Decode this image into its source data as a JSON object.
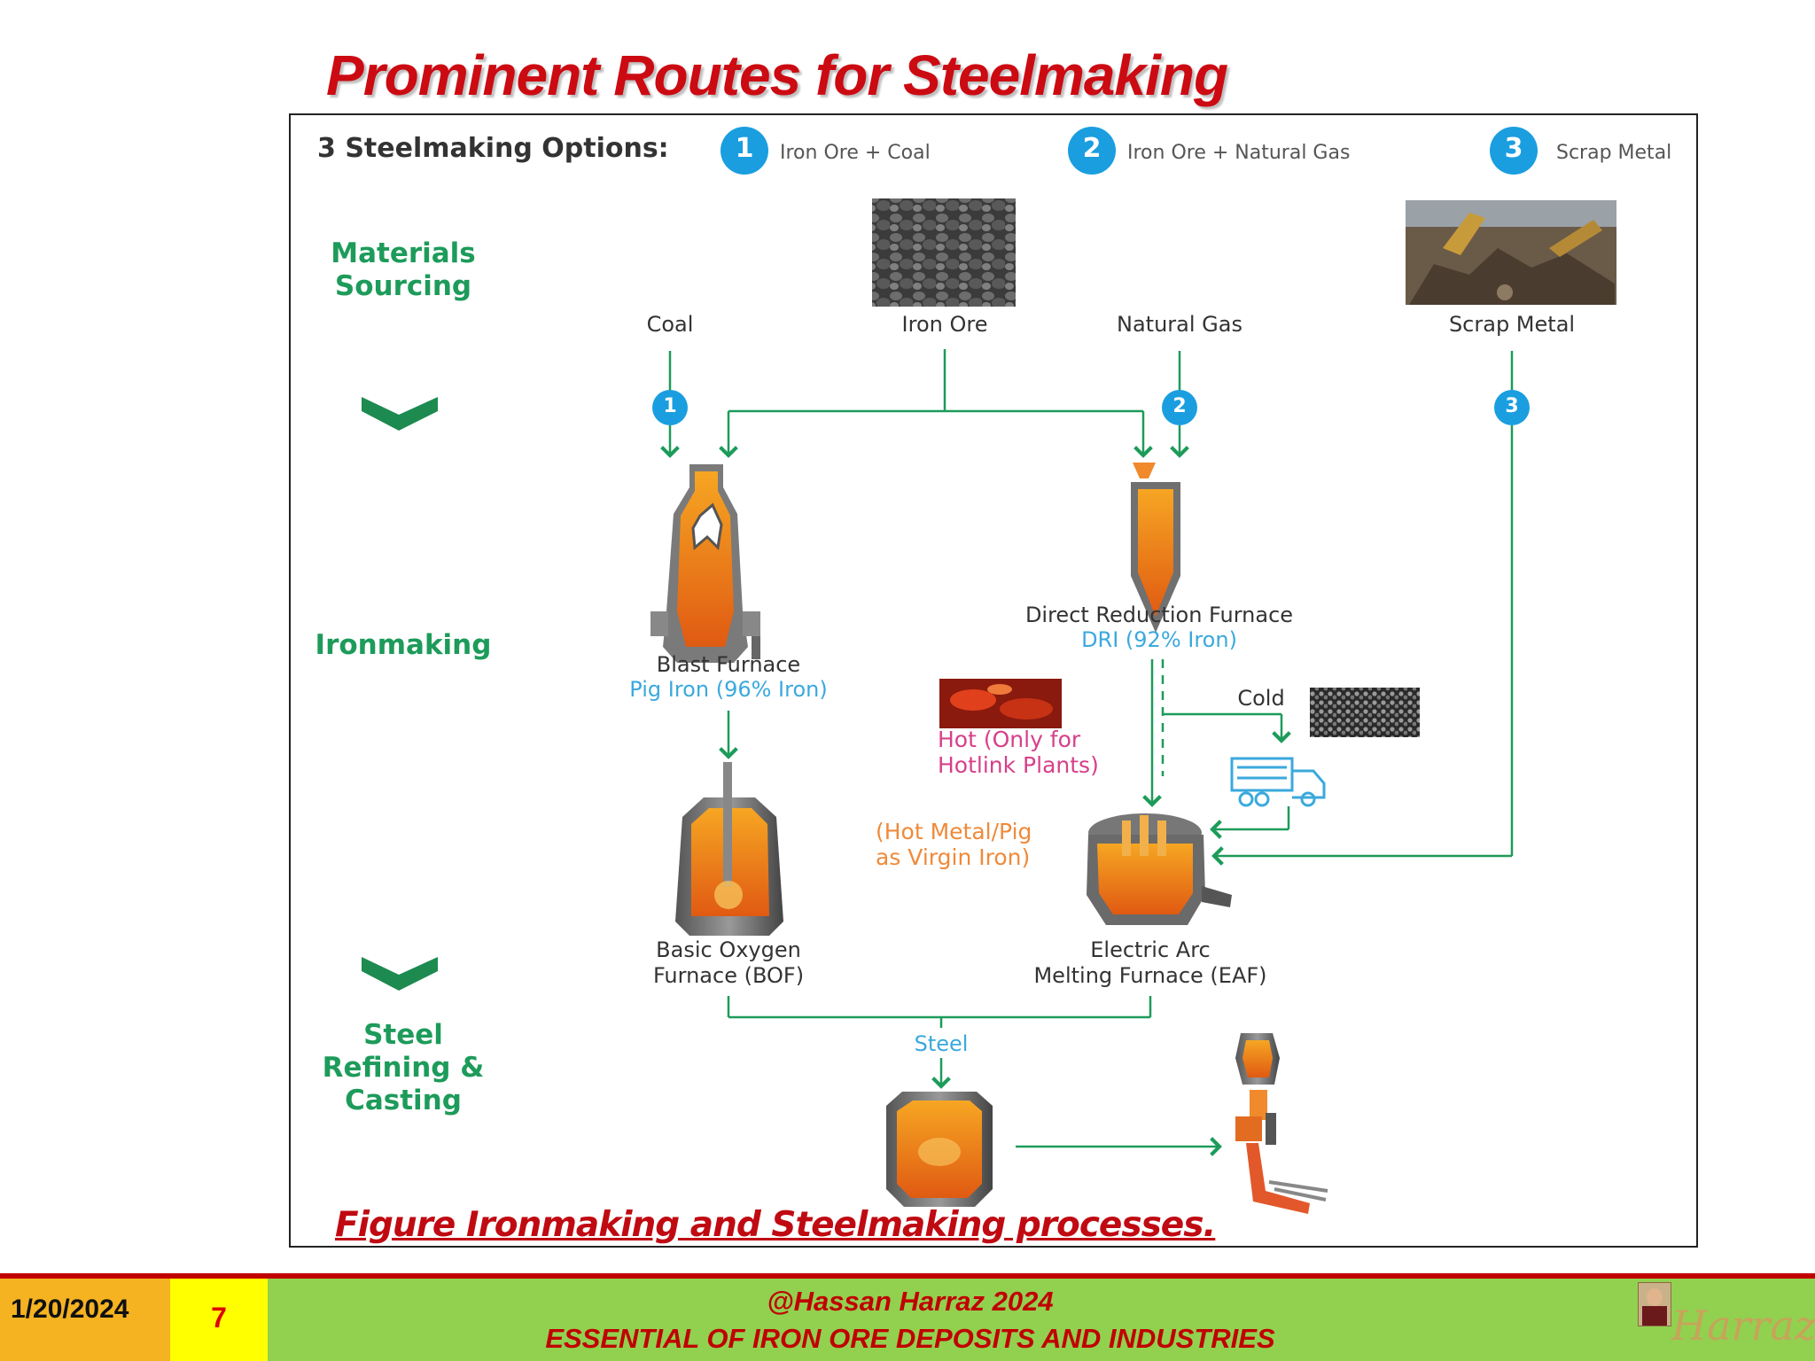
{
  "title": "Prominent Routes for Steelmaking",
  "options": {
    "heading": "3 Steelmaking Options:",
    "items": [
      {
        "number": "1",
        "label": "Iron Ore + Coal"
      },
      {
        "number": "2",
        "label": "Iron Ore + Natural Gas"
      },
      {
        "number": "3",
        "label": "Scrap Metal"
      }
    ]
  },
  "stages": {
    "materials_line1": "Materials",
    "materials_line2": "Sourcing",
    "ironmaking": "Ironmaking",
    "steel_line1": "Steel",
    "steel_line2": "Refining &",
    "steel_line3": "Casting"
  },
  "materials": {
    "coal": "Coal",
    "iron_ore": "Iron Ore",
    "natural_gas": "Natural Gas",
    "scrap_metal": "Scrap Metal"
  },
  "route_numbers": [
    "1",
    "2",
    "3"
  ],
  "blast_furnace": {
    "name": "Blast Furnace",
    "product": "Pig Iron (96% Iron)"
  },
  "dri": {
    "name": "Direct Reduction Furnace",
    "product": "DRI (92% Iron)"
  },
  "hot_link": {
    "line1": "Hot (Only for",
    "line2": "Hotlink Plants)"
  },
  "cold": "Cold",
  "hot_metal": {
    "line1": "(Hot Metal/Pig",
    "line2": "as Virgin Iron)"
  },
  "bof": {
    "line1": "Basic Oxygen",
    "line2": "Furnace (BOF)"
  },
  "eaf": {
    "line1": "Electric Arc",
    "line2": "Melting Furnace (EAF)"
  },
  "steel": "Steel",
  "caption": "Figure Ironmaking and Steelmaking processes.",
  "footer": {
    "date": "1/20/2024",
    "page": "7",
    "author": "@Hassan Harraz 2024",
    "course": "ESSENTIAL  OF IRON ORE DEPOSITS AND INDUSTRIES",
    "logo_text": "Harraz"
  },
  "colors": {
    "flow_green": "#1d9b5a",
    "number_blue": "#1a9ee0",
    "title_red": "#cc0a12",
    "footer_green": "#92d050"
  }
}
